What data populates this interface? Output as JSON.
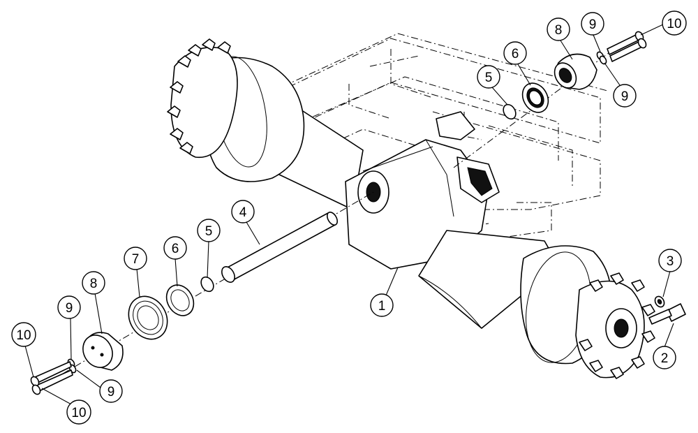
{
  "callouts": [
    {
      "id": "c1",
      "label": "1"
    },
    {
      "id": "c2",
      "label": "2"
    },
    {
      "id": "c3",
      "label": "3"
    },
    {
      "id": "c4",
      "label": "4"
    },
    {
      "id": "c5a",
      "label": "5"
    },
    {
      "id": "c5b",
      "label": "5"
    },
    {
      "id": "c6a",
      "label": "6"
    },
    {
      "id": "c6b",
      "label": "6"
    },
    {
      "id": "c7",
      "label": "7"
    },
    {
      "id": "c8a",
      "label": "8"
    },
    {
      "id": "c8b",
      "label": "8"
    },
    {
      "id": "c9a",
      "label": "9"
    },
    {
      "id": "c9b",
      "label": "9"
    },
    {
      "id": "c9c",
      "label": "9"
    },
    {
      "id": "c9d",
      "label": "9"
    },
    {
      "id": "c10a",
      "label": "10"
    },
    {
      "id": "c10b",
      "label": "10"
    },
    {
      "id": "c10c",
      "label": "10"
    }
  ]
}
